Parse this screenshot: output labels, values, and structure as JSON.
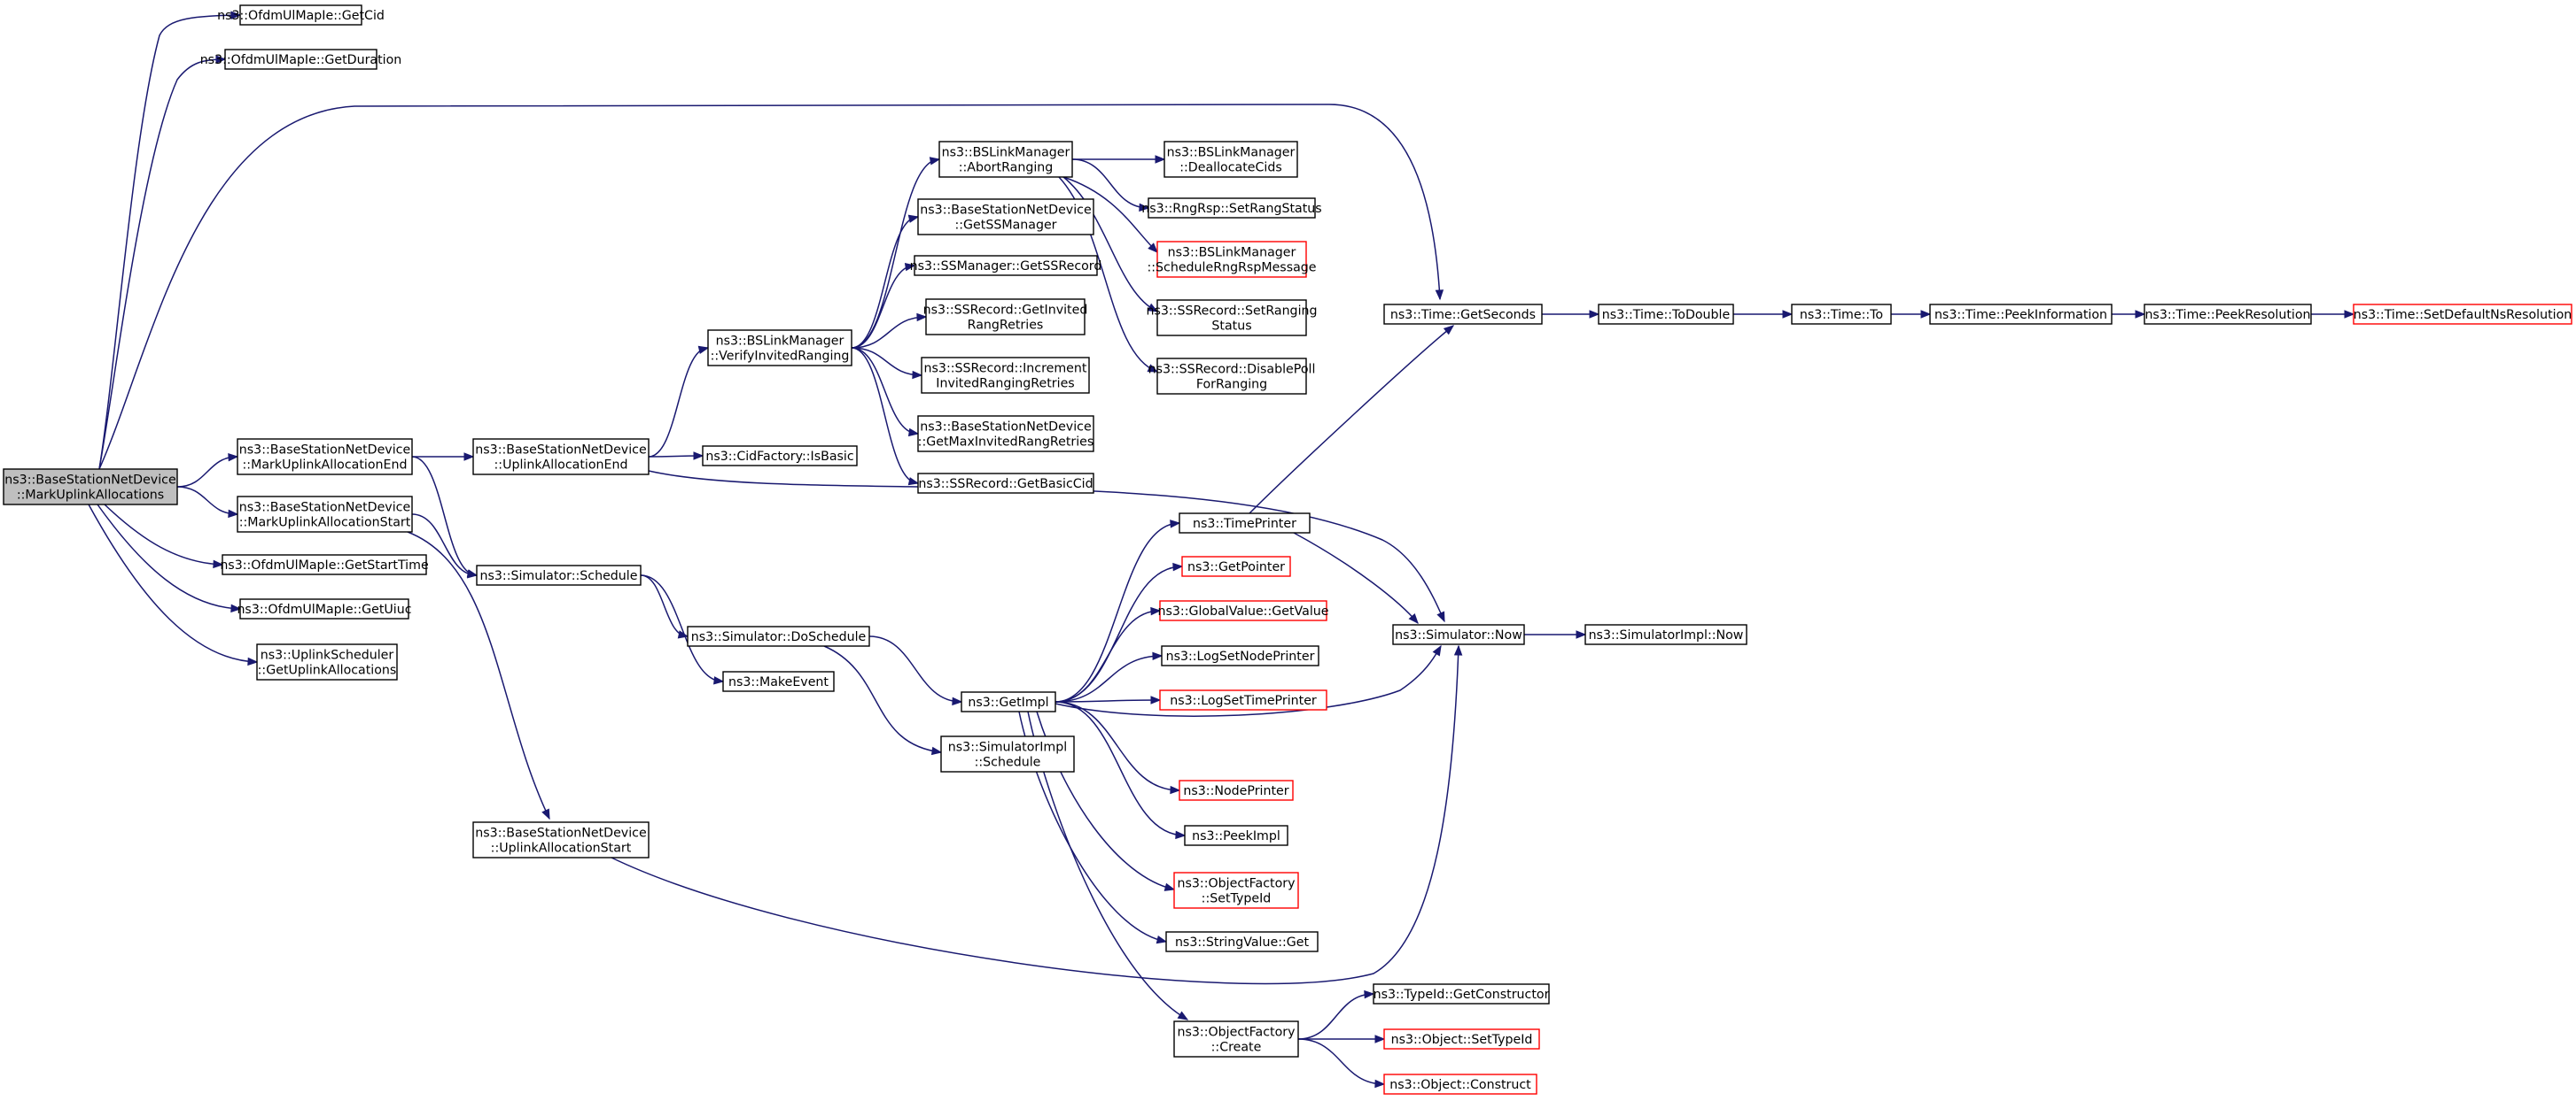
{
  "nodes": [
    {
      "id": "root",
      "lines": [
        "ns3::BaseStationNetDevice",
        "::MarkUplinkAllocations"
      ],
      "style": "root"
    },
    {
      "id": "getcid",
      "lines": [
        "ns3::OfdmUlMapIe::GetCid"
      ],
      "style": "normal"
    },
    {
      "id": "getduration",
      "lines": [
        "ns3::OfdmUlMapIe::GetDuration"
      ],
      "style": "normal"
    },
    {
      "id": "markend",
      "lines": [
        "ns3::BaseStationNetDevice",
        "::MarkUplinkAllocationEnd"
      ],
      "style": "normal"
    },
    {
      "id": "markstart",
      "lines": [
        "ns3::BaseStationNetDevice",
        "::MarkUplinkAllocationStart"
      ],
      "style": "normal"
    },
    {
      "id": "getstarttime",
      "lines": [
        "ns3::OfdmUlMapIe::GetStartTime"
      ],
      "style": "normal"
    },
    {
      "id": "getuiuc",
      "lines": [
        "ns3::OfdmUlMapIe::GetUiuc"
      ],
      "style": "normal"
    },
    {
      "id": "getuplinkalloc",
      "lines": [
        "ns3::UplinkScheduler",
        "::GetUplinkAllocations"
      ],
      "style": "normal"
    },
    {
      "id": "uplinkallocend",
      "lines": [
        "ns3::BaseStationNetDevice",
        "::UplinkAllocationEnd"
      ],
      "style": "normal"
    },
    {
      "id": "schedule",
      "lines": [
        "ns3::Simulator::Schedule"
      ],
      "style": "normal"
    },
    {
      "id": "uplinkallocstart",
      "lines": [
        "ns3::BaseStationNetDevice",
        "::UplinkAllocationStart"
      ],
      "style": "normal"
    },
    {
      "id": "verifyinvited",
      "lines": [
        "ns3::BSLinkManager",
        "::VerifyInvitedRanging"
      ],
      "style": "normal"
    },
    {
      "id": "cidisbasic",
      "lines": [
        "ns3::CidFactory::IsBasic"
      ],
      "style": "normal"
    },
    {
      "id": "doschedule",
      "lines": [
        "ns3::Simulator::DoSchedule"
      ],
      "style": "normal"
    },
    {
      "id": "makeevent",
      "lines": [
        "ns3::MakeEvent"
      ],
      "style": "normal"
    },
    {
      "id": "abortranging",
      "lines": [
        "ns3::BSLinkManager",
        "::AbortRanging"
      ],
      "style": "normal"
    },
    {
      "id": "getssmanager",
      "lines": [
        "ns3::BaseStationNetDevice",
        "::GetSSManager"
      ],
      "style": "normal"
    },
    {
      "id": "getssrecord",
      "lines": [
        "ns3::SSManager::GetSSRecord"
      ],
      "style": "normal"
    },
    {
      "id": "getinvited",
      "lines": [
        "ns3::SSRecord::GetInvited",
        "RangRetries"
      ],
      "style": "normal"
    },
    {
      "id": "increment",
      "lines": [
        "ns3::SSRecord::Increment",
        "InvitedRangingRetries"
      ],
      "style": "normal"
    },
    {
      "id": "getmaxinvited",
      "lines": [
        "ns3::BaseStationNetDevice",
        "::GetMaxInvitedRangRetries"
      ],
      "style": "normal"
    },
    {
      "id": "getbasiccid",
      "lines": [
        "ns3::SSRecord::GetBasicCid"
      ],
      "style": "normal"
    },
    {
      "id": "getimpl",
      "lines": [
        "ns3::GetImpl"
      ],
      "style": "normal"
    },
    {
      "id": "simimplschedule",
      "lines": [
        "ns3::SimulatorImpl",
        "::Schedule"
      ],
      "style": "normal"
    },
    {
      "id": "deallocatecids",
      "lines": [
        "ns3::BSLinkManager",
        "::DeallocateCids"
      ],
      "style": "normal"
    },
    {
      "id": "setrangstatus",
      "lines": [
        "ns3::RngRsp::SetRangStatus"
      ],
      "style": "normal"
    },
    {
      "id": "schedulerngrsp",
      "lines": [
        "ns3::BSLinkManager",
        "::ScheduleRngRspMessage"
      ],
      "style": "red"
    },
    {
      "id": "setrangingstatus",
      "lines": [
        "ns3::SSRecord::SetRanging",
        "Status"
      ],
      "style": "normal"
    },
    {
      "id": "disablepoll",
      "lines": [
        "ns3::SSRecord::DisablePoll",
        "ForRanging"
      ],
      "style": "normal"
    },
    {
      "id": "timeprinter",
      "lines": [
        "ns3::TimePrinter"
      ],
      "style": "normal"
    },
    {
      "id": "getpointer",
      "lines": [
        "ns3::GetPointer"
      ],
      "style": "red"
    },
    {
      "id": "globalvalue",
      "lines": [
        "ns3::GlobalValue::GetValue"
      ],
      "style": "red"
    },
    {
      "id": "logsetnode",
      "lines": [
        "ns3::LogSetNodePrinter"
      ],
      "style": "normal"
    },
    {
      "id": "logsettime",
      "lines": [
        "ns3::LogSetTimePrinter"
      ],
      "style": "red"
    },
    {
      "id": "nodeprinter",
      "lines": [
        "ns3::NodePrinter"
      ],
      "style": "red"
    },
    {
      "id": "peekimpl",
      "lines": [
        "ns3::PeekImpl"
      ],
      "style": "normal"
    },
    {
      "id": "ofsettypeid",
      "lines": [
        "ns3::ObjectFactory",
        "::SetTypeId"
      ],
      "style": "red"
    },
    {
      "id": "stringvalueget",
      "lines": [
        "ns3::StringValue::Get"
      ],
      "style": "normal"
    },
    {
      "id": "ofcreate",
      "lines": [
        "ns3::ObjectFactory",
        "::Create"
      ],
      "style": "normal"
    },
    {
      "id": "gettimeseconds",
      "lines": [
        "ns3::Time::GetSeconds"
      ],
      "style": "normal"
    },
    {
      "id": "simnow",
      "lines": [
        "ns3::Simulator::Now"
      ],
      "style": "normal"
    },
    {
      "id": "getconstructor",
      "lines": [
        "ns3::TypeId::GetConstructor"
      ],
      "style": "normal"
    },
    {
      "id": "objsettypeid",
      "lines": [
        "ns3::Object::SetTypeId"
      ],
      "style": "red"
    },
    {
      "id": "objconstruct",
      "lines": [
        "ns3::Object::Construct"
      ],
      "style": "red"
    },
    {
      "id": "todouble",
      "lines": [
        "ns3::Time::ToDouble"
      ],
      "style": "normal"
    },
    {
      "id": "simimplnow",
      "lines": [
        "ns3::SimulatorImpl::Now"
      ],
      "style": "normal"
    },
    {
      "id": "timeto",
      "lines": [
        "ns3::Time::To"
      ],
      "style": "normal"
    },
    {
      "id": "peekinfo",
      "lines": [
        "ns3::Time::PeekInformation"
      ],
      "style": "normal"
    },
    {
      "id": "peekres",
      "lines": [
        "ns3::Time::PeekResolution"
      ],
      "style": "normal"
    },
    {
      "id": "setdefaultns",
      "lines": [
        "ns3::Time::SetDefaultNsResolution"
      ],
      "style": "red"
    }
  ],
  "edges": [
    [
      "root",
      "getcid"
    ],
    [
      "root",
      "getduration"
    ],
    [
      "root",
      "gettimeseconds"
    ],
    [
      "root",
      "markend"
    ],
    [
      "root",
      "markstart"
    ],
    [
      "root",
      "getstarttime"
    ],
    [
      "root",
      "getuiuc"
    ],
    [
      "root",
      "getuplinkalloc"
    ],
    [
      "markend",
      "uplinkallocend"
    ],
    [
      "markend",
      "schedule"
    ],
    [
      "markstart",
      "schedule"
    ],
    [
      "markstart",
      "uplinkallocstart"
    ],
    [
      "uplinkallocend",
      "verifyinvited"
    ],
    [
      "uplinkallocend",
      "cidisbasic"
    ],
    [
      "uplinkallocend",
      "simnow"
    ],
    [
      "uplinkallocstart",
      "simnow"
    ],
    [
      "schedule",
      "doschedule"
    ],
    [
      "schedule",
      "makeevent"
    ],
    [
      "doschedule",
      "getimpl"
    ],
    [
      "doschedule",
      "simimplschedule"
    ],
    [
      "verifyinvited",
      "abortranging"
    ],
    [
      "verifyinvited",
      "getssmanager"
    ],
    [
      "verifyinvited",
      "getssrecord"
    ],
    [
      "verifyinvited",
      "getinvited"
    ],
    [
      "verifyinvited",
      "increment"
    ],
    [
      "verifyinvited",
      "getmaxinvited"
    ],
    [
      "verifyinvited",
      "getbasiccid"
    ],
    [
      "abortranging",
      "deallocatecids"
    ],
    [
      "abortranging",
      "setrangstatus"
    ],
    [
      "abortranging",
      "schedulerngrsp"
    ],
    [
      "abortranging",
      "setrangingstatus"
    ],
    [
      "abortranging",
      "disablepoll"
    ],
    [
      "getimpl",
      "timeprinter"
    ],
    [
      "getimpl",
      "getpointer"
    ],
    [
      "getimpl",
      "globalvalue"
    ],
    [
      "getimpl",
      "logsetnode"
    ],
    [
      "getimpl",
      "logsettime"
    ],
    [
      "getimpl",
      "simnow"
    ],
    [
      "getimpl",
      "nodeprinter"
    ],
    [
      "getimpl",
      "peekimpl"
    ],
    [
      "getimpl",
      "ofsettypeid"
    ],
    [
      "getimpl",
      "stringvalueget"
    ],
    [
      "getimpl",
      "ofcreate"
    ],
    [
      "timeprinter",
      "gettimeseconds"
    ],
    [
      "timeprinter",
      "simnow"
    ],
    [
      "ofcreate",
      "getconstructor"
    ],
    [
      "ofcreate",
      "objsettypeid"
    ],
    [
      "ofcreate",
      "objconstruct"
    ],
    [
      "gettimeseconds",
      "todouble"
    ],
    [
      "todouble",
      "timeto"
    ],
    [
      "timeto",
      "peekinfo"
    ],
    [
      "peekinfo",
      "peekres"
    ],
    [
      "peekres",
      "setdefaultns"
    ],
    [
      "simnow",
      "simimplnow"
    ]
  ]
}
